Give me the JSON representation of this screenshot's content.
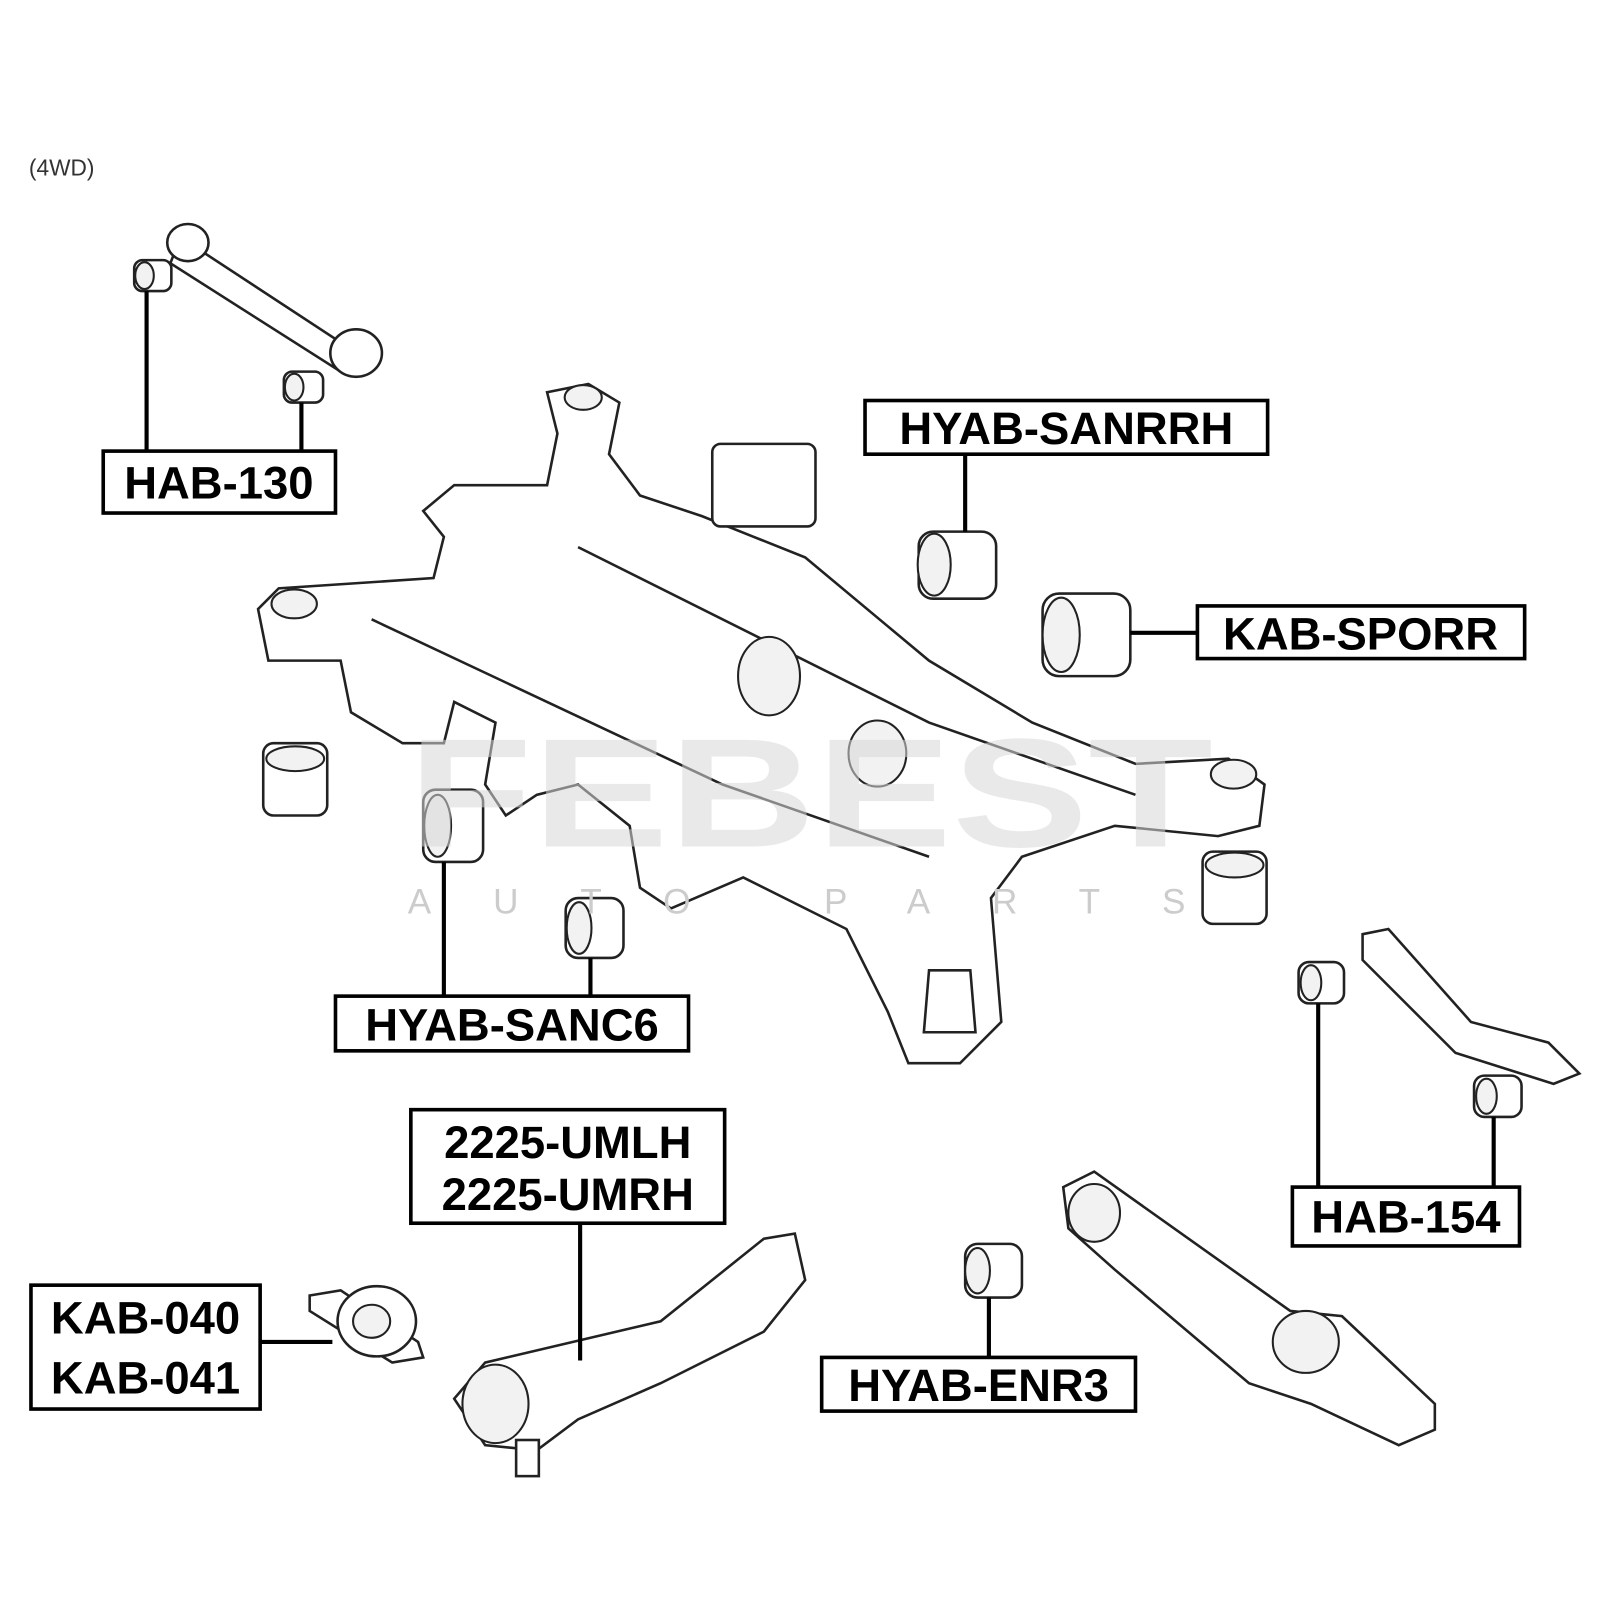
{
  "diagram": {
    "variant_note": "(4WD)",
    "watermark": {
      "brand": "FEBEST",
      "tagline": "AUTO PARTS"
    },
    "labels": {
      "hab130": "HAB-130",
      "hyab_sanrrh": "HYAB-SANRRH",
      "kab_sporr": "KAB-SPORR",
      "hyab_sanc6": "HYAB-SANC6",
      "umlh": "2225-UMLH",
      "umrh": "2225-UMRH",
      "kab040": "KAB-040",
      "kab041": "KAB-041",
      "hyab_enr3": "HYAB-ENR3",
      "hab154": "HAB-154"
    }
  }
}
